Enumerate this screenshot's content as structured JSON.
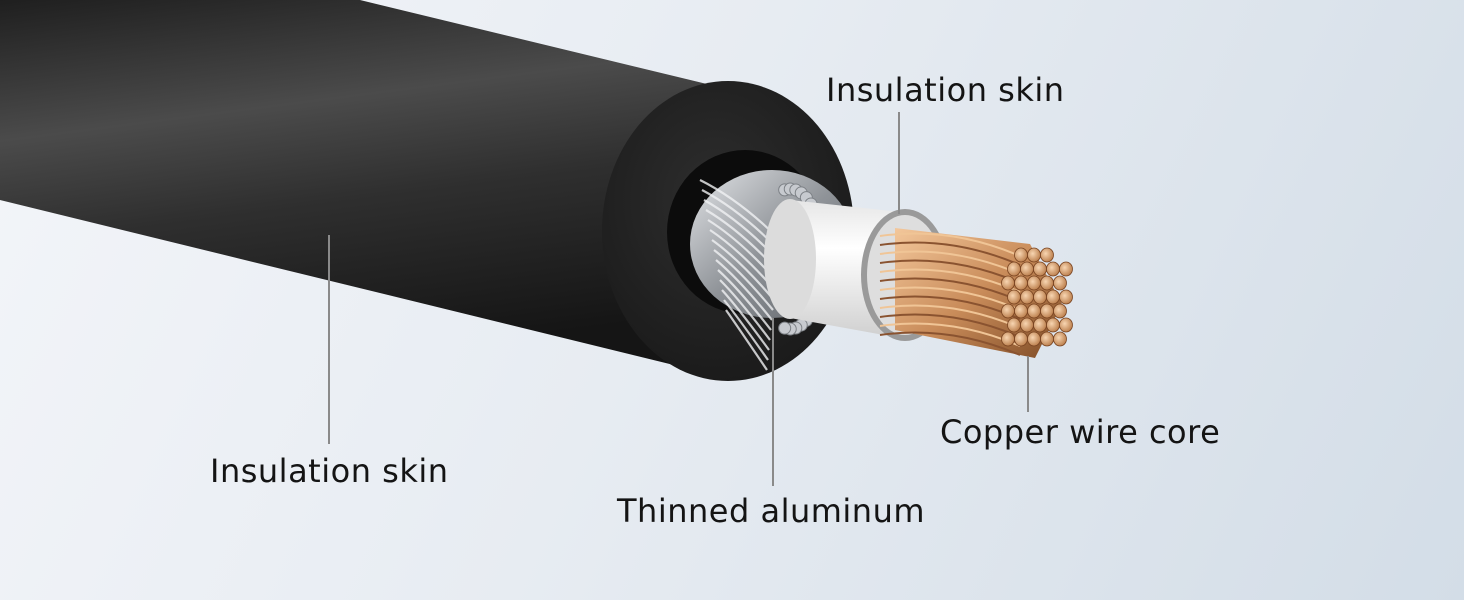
{
  "labels": {
    "outer_insulation": "Insulation skin",
    "inner_insulation": "Insulation skin",
    "shield": "Thinned aluminum",
    "core": "Copper wire core"
  },
  "colors": {
    "background": "#e7ecf2",
    "jacket": "#3a3a3a",
    "jacket_end": "#232323",
    "shield": "#b9bcc0",
    "inner_insulation": "#f4f4f4",
    "copper": "#c98c5a",
    "leader_line": "#8a8a8a",
    "label_text": "#141414"
  }
}
